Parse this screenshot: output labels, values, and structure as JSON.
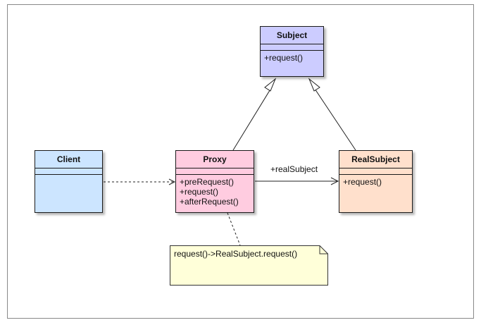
{
  "classes": {
    "subject": {
      "name": "Subject",
      "ops": [
        "+request()"
      ],
      "color": "#ccccff"
    },
    "client": {
      "name": "Client",
      "ops": [],
      "color": "#cce5ff"
    },
    "proxy": {
      "name": "Proxy",
      "ops": [
        "+preRequest()",
        "+request()",
        "+afterRequest()"
      ],
      "color": "#ffcce0"
    },
    "realsubject": {
      "name": "RealSubject",
      "ops": [
        "+request()"
      ],
      "color": "#ffe0cc"
    }
  },
  "association": {
    "label": "+realSubject"
  },
  "note": {
    "text": "request()->RealSubject.request()",
    "color": "#ffffd9"
  }
}
